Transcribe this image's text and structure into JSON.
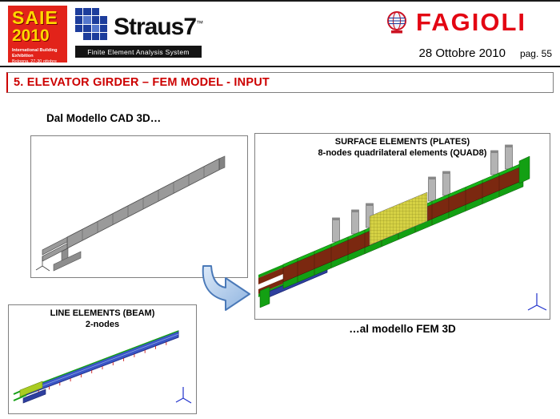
{
  "header": {
    "saie": {
      "line1": "SAIE",
      "line2": "2010",
      "sub1": "International Building Exhibition",
      "sub2": "Bologna, 27-30 ottobre"
    },
    "straus7": {
      "name": "Straus7",
      "tm": "™",
      "tagline": "Finite Element Analysis System"
    },
    "fagioli": {
      "name": "FAGIOLI"
    },
    "date": "28 Ottobre 2010",
    "page": "pag. 55"
  },
  "title_bar": {
    "title": "5. ELEVATOR GIRDER – FEM MODEL - INPUT"
  },
  "content": {
    "cad_label": "Dal Modello CAD 3D…",
    "fem_label": "…al modello FEM 3D",
    "surface_panel": {
      "title": "SURFACE ELEMENTS (PLATES)",
      "subtitle": "8-nodes quadrilateral elements (QUAD8)"
    },
    "line_panel": {
      "title": "LINE ELEMENTS (BEAM)",
      "subtitle": "2-nodes"
    }
  },
  "colors": {
    "title_red": "#cc0000",
    "fagioli_red": "#e30613",
    "saie_red": "#e2231a",
    "saie_yellow": "#ffd800",
    "straus_blue": "#1d3d9c",
    "arrow_blue": "#b8d2ee",
    "cad_gray": "#9a9a9a",
    "fem_green": "#13a013",
    "fem_maroon": "#7b2810",
    "mesh_yellow": "#d6d244",
    "beam_blue": "#3a55c5"
  }
}
